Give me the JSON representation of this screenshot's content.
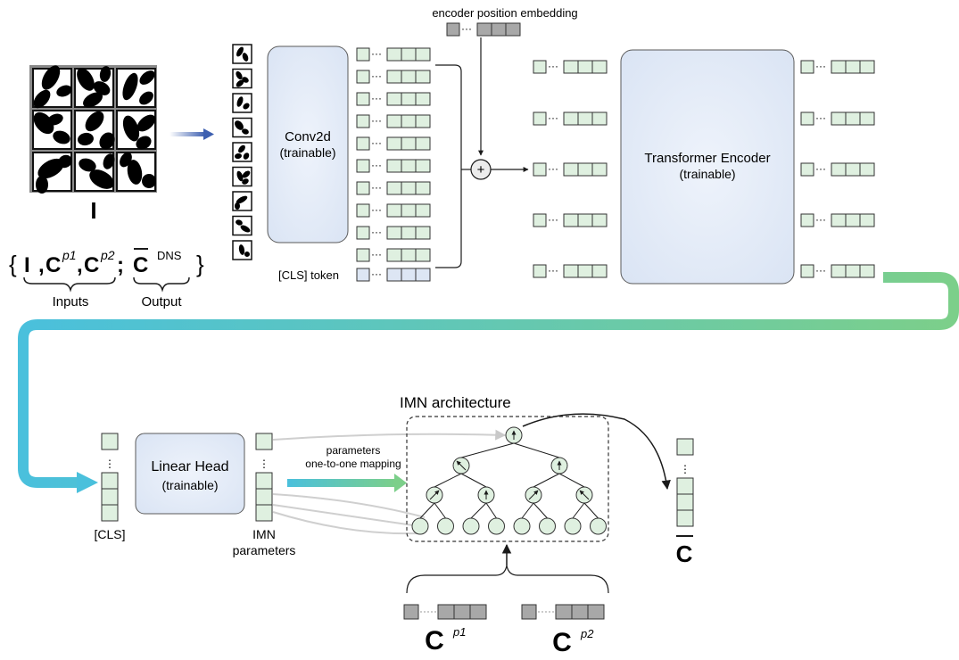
{
  "input": {
    "symbol": "I",
    "set_open": "{",
    "set_I": "I",
    "set_comma1": ",",
    "set_C1": "C",
    "set_C1_sup": "p1",
    "set_comma2": ",",
    "set_C2": "C",
    "set_C2_sup": "p2",
    "set_semicolon": ";",
    "set_Cbar": "C",
    "set_Cbar_sup": "DNS",
    "set_close": "}",
    "inputs_label": "Inputs",
    "output_label": "Output"
  },
  "conv": {
    "title": "Conv2d",
    "subtitle": "(trainable)"
  },
  "tokens": {
    "cls_label": "[CLS] token",
    "ellipsis": "···"
  },
  "position_embedding": {
    "label": "encoder position embedding"
  },
  "add_symbol": "+",
  "transformer": {
    "title": "Transformer Encoder",
    "subtitle": "(trainable)"
  },
  "head": {
    "cls_label": "[CLS]",
    "title": "Linear Head",
    "subtitle": "(trainable)",
    "params_line1": "IMN",
    "params_line2": "parameters"
  },
  "mapping": {
    "line1": "parameters",
    "line2": "one-to-one mapping"
  },
  "imn": {
    "title": "IMN architecture"
  },
  "output": {
    "symbol": "C"
  },
  "conditions": {
    "c1": "C",
    "c1_sup": "p1",
    "c2": "C",
    "c2_sup": "p2"
  },
  "colors": {
    "token_green": "#dff0e0",
    "token_blue": "#dde6f4",
    "block_fill": "#dde6f5",
    "embed_grey": "#a8a8a8",
    "flow_green": "#7ccf8a",
    "flow_cyan": "#4ac0dc",
    "arrow_blue": "#3d5fb0"
  },
  "icons": [
    "plus-circle-icon",
    "arrow-icon",
    "dots-icon"
  ]
}
